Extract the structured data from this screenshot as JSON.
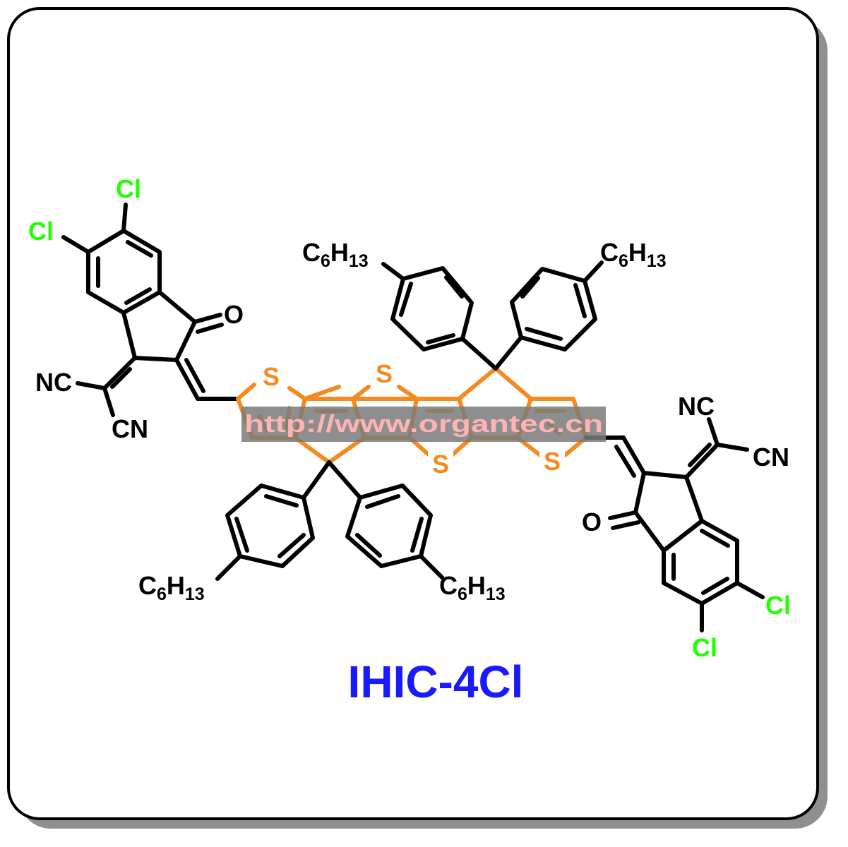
{
  "compound_name": "IHIC-4Cl",
  "watermark": "http://www.organtec.cn",
  "atoms": {
    "cl": "Cl",
    "o": "O",
    "s": "S",
    "nc": "NC",
    "cn": "CN"
  },
  "substituent": {
    "c": "C",
    "c_sub": "6",
    "h": "H",
    "h_sub": "13"
  },
  "colors": {
    "core": "#f58a1f",
    "chlorine": "#22ff00",
    "title": "#1a1aff",
    "bond": "#000000",
    "watermark_text": "#ffb3b3",
    "watermark_box": "#7a7a7a"
  }
}
